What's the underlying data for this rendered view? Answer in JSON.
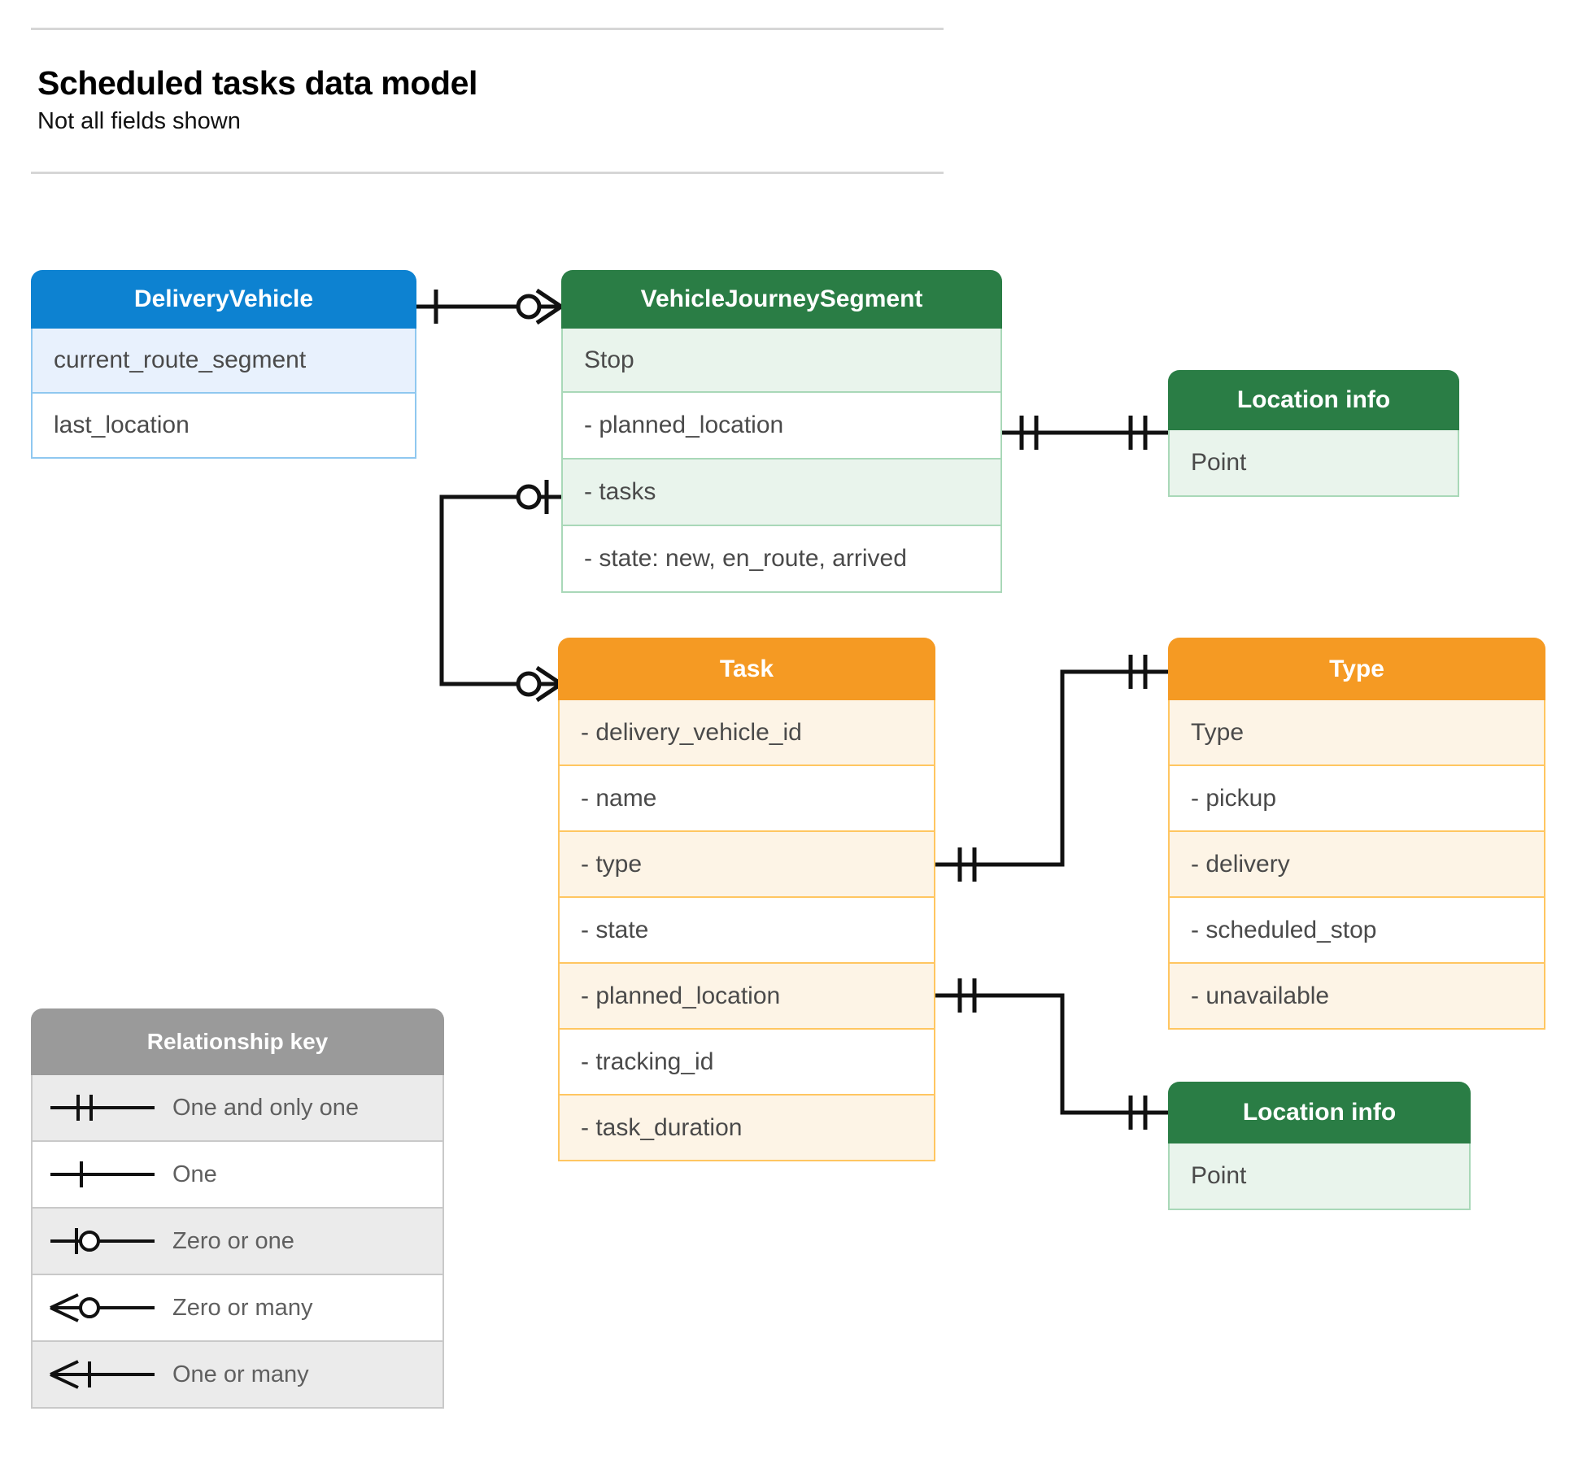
{
  "header": {
    "title": "Scheduled tasks data model",
    "subtitle": "Not all fields shown"
  },
  "diagram": {
    "type": "entity-relationship-diagram",
    "entities": [
      {
        "id": "delivery_vehicle",
        "name": "DeliveryVehicle",
        "color": "#0d82d1",
        "rows": [
          "current_route_segment",
          "last_location"
        ]
      },
      {
        "id": "vehicle_journey_segment",
        "name": "VehicleJourneySegment",
        "color": "#2a7d45",
        "rows": [
          "Stop",
          "-  planned_location",
          "- tasks",
          "- state: new, en_route, arrived"
        ]
      },
      {
        "id": "location_info_top",
        "name": "Location info",
        "color": "#2a7d45",
        "rows": [
          "Point"
        ]
      },
      {
        "id": "task",
        "name": "Task",
        "color": "#f59a23",
        "rows": [
          "- delivery_vehicle_id",
          "- name",
          "- type",
          "- state",
          "- planned_location",
          "- tracking_id",
          "- task_duration"
        ]
      },
      {
        "id": "type",
        "name": "Type",
        "color": "#f59a23",
        "rows": [
          "Type",
          "-   pickup",
          "-   delivery",
          "-   scheduled_stop",
          "-   unavailable"
        ]
      },
      {
        "id": "location_info_bottom",
        "name": "Location info",
        "color": "#2a7d45",
        "rows": [
          "Point"
        ]
      }
    ],
    "relationships": [
      {
        "from": "delivery_vehicle",
        "from_cardinality": "One",
        "to": "vehicle_journey_segment",
        "to_cardinality": "Zero or many"
      },
      {
        "from": "vehicle_journey_segment.planned_location",
        "from_cardinality": "One and only one",
        "to": "location_info_top",
        "to_cardinality": "One and only one"
      },
      {
        "from": "vehicle_journey_segment.tasks",
        "from_cardinality": "Zero or one",
        "to": "task",
        "to_cardinality": "Zero or many"
      },
      {
        "from": "task.type",
        "from_cardinality": "One and only one",
        "to": "type",
        "to_cardinality": "One and only one"
      },
      {
        "from": "task.planned_location",
        "from_cardinality": "One and only one",
        "to": "location_info_bottom",
        "to_cardinality": "One and only one"
      }
    ]
  },
  "legend": {
    "title": "Relationship key",
    "items": [
      {
        "symbol": "one-and-only-one-symbol",
        "label": "One and only one"
      },
      {
        "symbol": "one-symbol",
        "label": "One"
      },
      {
        "symbol": "zero-or-one-symbol",
        "label": "Zero or one"
      },
      {
        "symbol": "zero-or-many-symbol",
        "label": "Zero or many"
      },
      {
        "symbol": "one-or-many-symbol",
        "label": "One or many"
      }
    ]
  }
}
